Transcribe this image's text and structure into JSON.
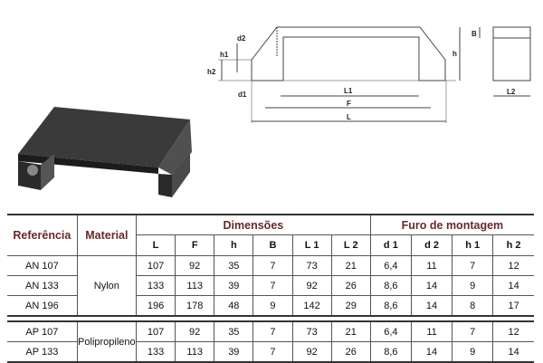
{
  "drawing": {
    "labels": {
      "d2": "d2",
      "h1": "h1",
      "h2": "h2",
      "d1": "d1",
      "L1": "L1",
      "F": "F",
      "L": "L",
      "h": "h",
      "B": "B",
      "L2": "L2"
    }
  },
  "table": {
    "headers": {
      "reference": "Referência",
      "material": "Material",
      "dimensions": "Dimensões",
      "mounting_hole": "Furo de montagem",
      "columns": [
        "L",
        "F",
        "h",
        "B",
        "L 1",
        "L 2",
        "d 1",
        "d 2",
        "h 1",
        "h 2"
      ]
    },
    "groups": [
      {
        "material": "Nylon",
        "rows": [
          {
            "ref": "AN 107",
            "values": [
              "107",
              "92",
              "35",
              "7",
              "73",
              "21",
              "6,4",
              "11",
              "7",
              "12"
            ]
          },
          {
            "ref": "AN 133",
            "values": [
              "133",
              "113",
              "39",
              "7",
              "92",
              "26",
              "8,6",
              "14",
              "9",
              "14"
            ]
          },
          {
            "ref": "AN 196",
            "values": [
              "196",
              "178",
              "48",
              "9",
              "142",
              "29",
              "8,6",
              "14",
              "8",
              "17"
            ]
          }
        ]
      },
      {
        "material": "Polipropileno",
        "rows": [
          {
            "ref": "AP 107",
            "values": [
              "107",
              "92",
              "35",
              "7",
              "73",
              "21",
              "6,4",
              "11",
              "7",
              "12"
            ]
          },
          {
            "ref": "AP 133",
            "values": [
              "133",
              "113",
              "39",
              "7",
              "92",
              "26",
              "8,6",
              "14",
              "9",
              "14"
            ]
          }
        ]
      }
    ]
  }
}
